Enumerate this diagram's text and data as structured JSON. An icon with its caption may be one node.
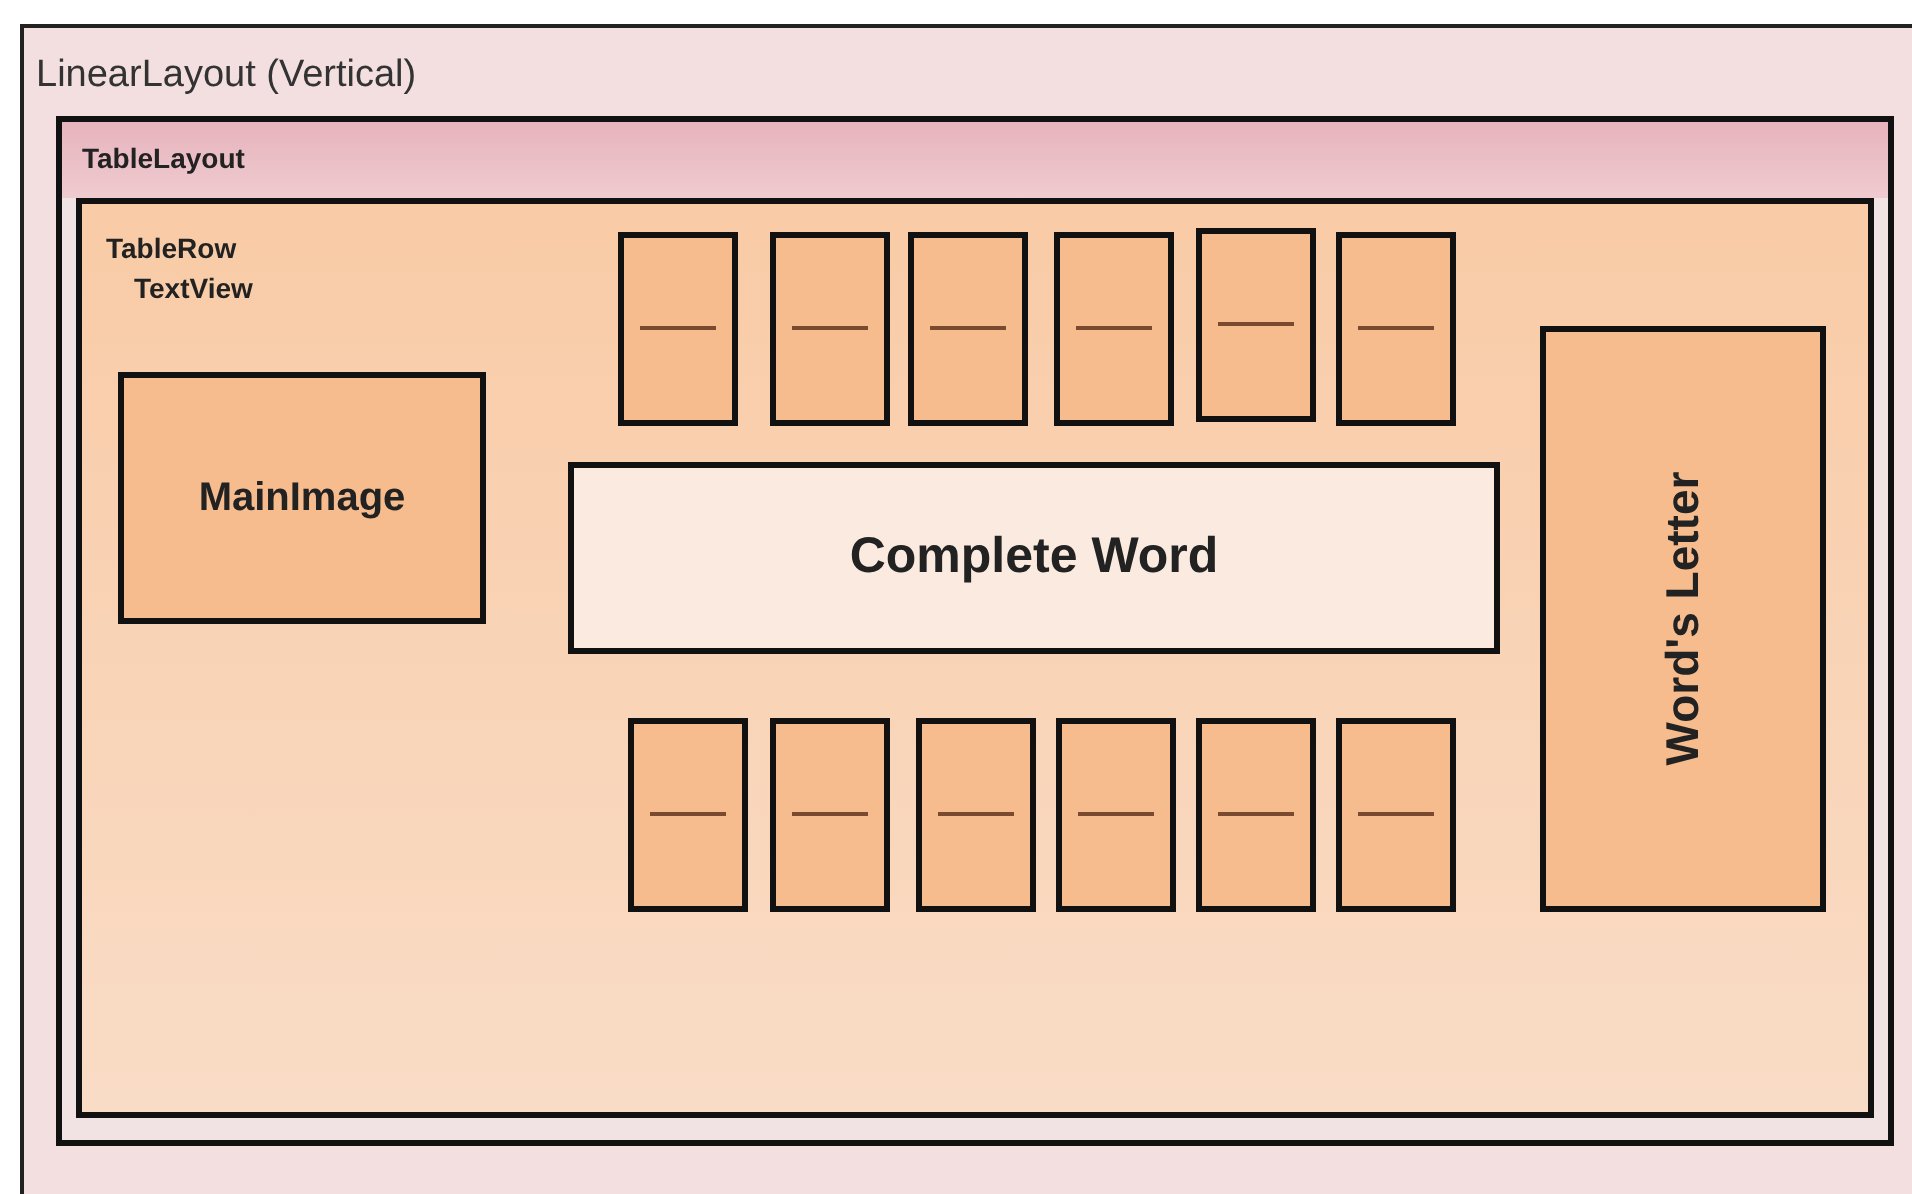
{
  "diagram": {
    "nodes": [
      {
        "text": [
          "LinearLayout (Vertical)"
        ]
      },
      {
        "text": [
          "TableLayout"
        ],
        "in": 0
      },
      {
        "text": [
          "TableRow",
          "TextView"
        ],
        "in": 1
      },
      {
        "text": [],
        "shape": "box",
        "in": 2
      },
      {
        "text": [],
        "shape": "box",
        "in": 2
      },
      {
        "text": [],
        "shape": "box",
        "in": 2
      },
      {
        "text": [],
        "shape": "box",
        "in": 2
      },
      {
        "text": [],
        "shape": "box",
        "in": 2
      },
      {
        "text": [],
        "shape": "box",
        "in": 2
      },
      {
        "text": [
          "MainImage"
        ],
        "in": 2
      },
      {
        "text": [
          "Complete Word"
        ],
        "in": 2
      },
      {
        "text": [
          "Word's Letter"
        ],
        "in": 2
      },
      {
        "text": [],
        "shape": "box",
        "in": 2
      },
      {
        "text": [],
        "shape": "box",
        "in": 2
      },
      {
        "text": [],
        "shape": "box",
        "in": 2
      },
      {
        "text": [],
        "shape": "box",
        "in": 2
      },
      {
        "text": [],
        "shape": "box",
        "in": 2
      },
      {
        "text": [],
        "shape": "box",
        "in": 2
      }
    ]
  }
}
